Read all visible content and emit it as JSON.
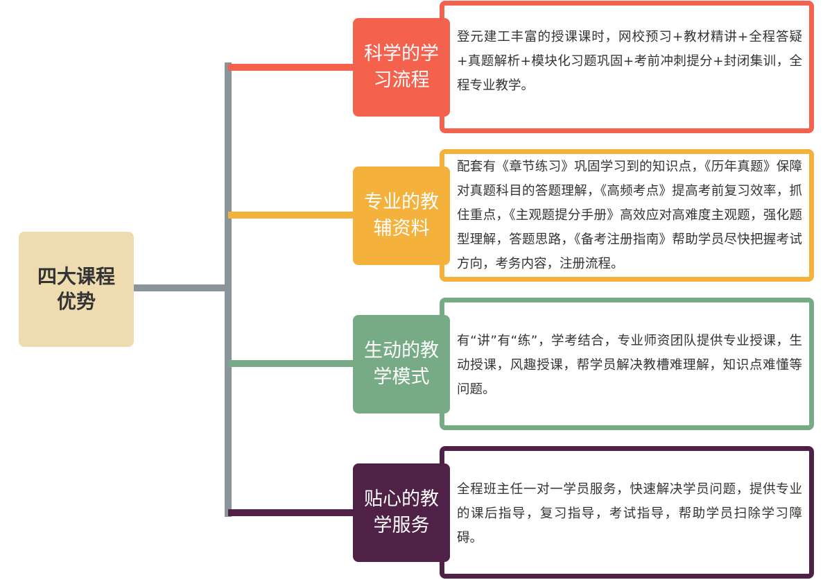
{
  "root": {
    "title": "四大课程优势",
    "color": "#eedcb0"
  },
  "connector_color": "#8a959a",
  "branches": [
    {
      "label": "科学的学习流程",
      "color": "#f4614c",
      "description": "登元建工丰富的授课课时，网校预习+教材精讲+全程答疑+真题解析+模块化习题巩固+考前冲刺提分+封闭集训，全程专业教学。"
    },
    {
      "label": "专业的教辅资料",
      "color": "#f4b13b",
      "description": "配套有《章节练习》巩固学习到的知识点，《历年真题》保障对真题科目的答题理解，《高频考点》提高考前复习效率，抓住重点，《主观题提分手册》高效应对高难度主观题，强化题型理解，答题思路，《备考注册指南》帮助学员尽快把握考试方向，考务内容，注册流程。"
    },
    {
      "label": "生动的教学模式",
      "color": "#76ab86",
      "description": "有“讲”有“练”，学考结合，专业师资团队提供专业授课，生动授课，风趣授课，帮学员解决教槽难理解，知识点难懂等问题。"
    },
    {
      "label": "贴心的教学服务",
      "color": "#4f2147",
      "description": "全程班主任一对一学员服务，快速解决学员问题，提供专业的课后指导，复习指导，考试指导，帮助学员扫除学习障碍。"
    }
  ]
}
